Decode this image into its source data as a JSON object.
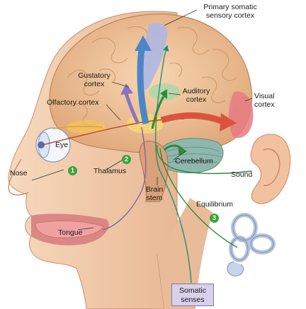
{
  "labels": {
    "primary_somatic": "Primary somatic\nsensory cortex",
    "gustatory": "Gustatory\ncortex",
    "auditory": "Auditory\ncortex",
    "olfactory": "Olfactory cortex",
    "visual": "Visual\ncortex",
    "eye": "Eye",
    "nose": "Nose",
    "thalamus": "Thalamus",
    "cerebellum": "Cerebellum",
    "sound": "Sound",
    "brain_stem": "Brain\nstem",
    "equilibrium": "Equilibrium",
    "tongue": "Tongue",
    "somatic_senses": "Somatic\nsenses"
  },
  "badges": {
    "one": "1",
    "two": "2",
    "three": "3"
  },
  "colors": {
    "skin": "#f1c8a6",
    "brain": "#f0c49a",
    "somatic_pathway": "#1f8f7a",
    "auditory_pathway": "#2f8a3a",
    "visual_pathway": "#c0392b",
    "gustatory_pathway": "#7b5ea7",
    "somatic_arrow": "#4a86c8",
    "visual_cortex": "#e77a82",
    "badge": "#3aa33f"
  }
}
